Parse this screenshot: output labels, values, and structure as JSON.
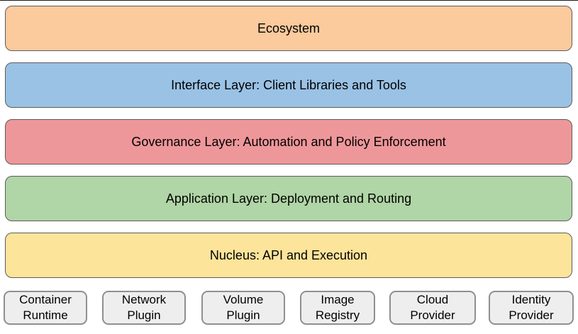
{
  "layers": [
    {
      "label": "Ecosystem",
      "fill": "#fbca9d"
    },
    {
      "label": "Interface Layer: Client Libraries and Tools",
      "fill": "#9ac2e5"
    },
    {
      "label": "Governance Layer: Automation and Policy Enforcement",
      "fill": "#ee979a"
    },
    {
      "label": "Application Layer: Deployment and Routing",
      "fill": "#b0d5a6"
    },
    {
      "label": "Nucleus: API and Execution",
      "fill": "#fde49b"
    }
  ],
  "plugins": [
    {
      "label": "Container Runtime",
      "fill": "#eeeeee"
    },
    {
      "label": "Network Plugin",
      "fill": "#eeeeee"
    },
    {
      "label": "Volume Plugin",
      "fill": "#eeeeee"
    },
    {
      "label": "Image Registry",
      "fill": "#eeeeee"
    },
    {
      "label": "Cloud Provider",
      "fill": "#eeeeee"
    },
    {
      "label": "Identity Provider",
      "fill": "#eeeeee"
    }
  ],
  "colors": {
    "layer_border": "#5c5c5c",
    "plugin_border": "#8f8f8f",
    "text": "#000000",
    "background": "#ffffff"
  }
}
